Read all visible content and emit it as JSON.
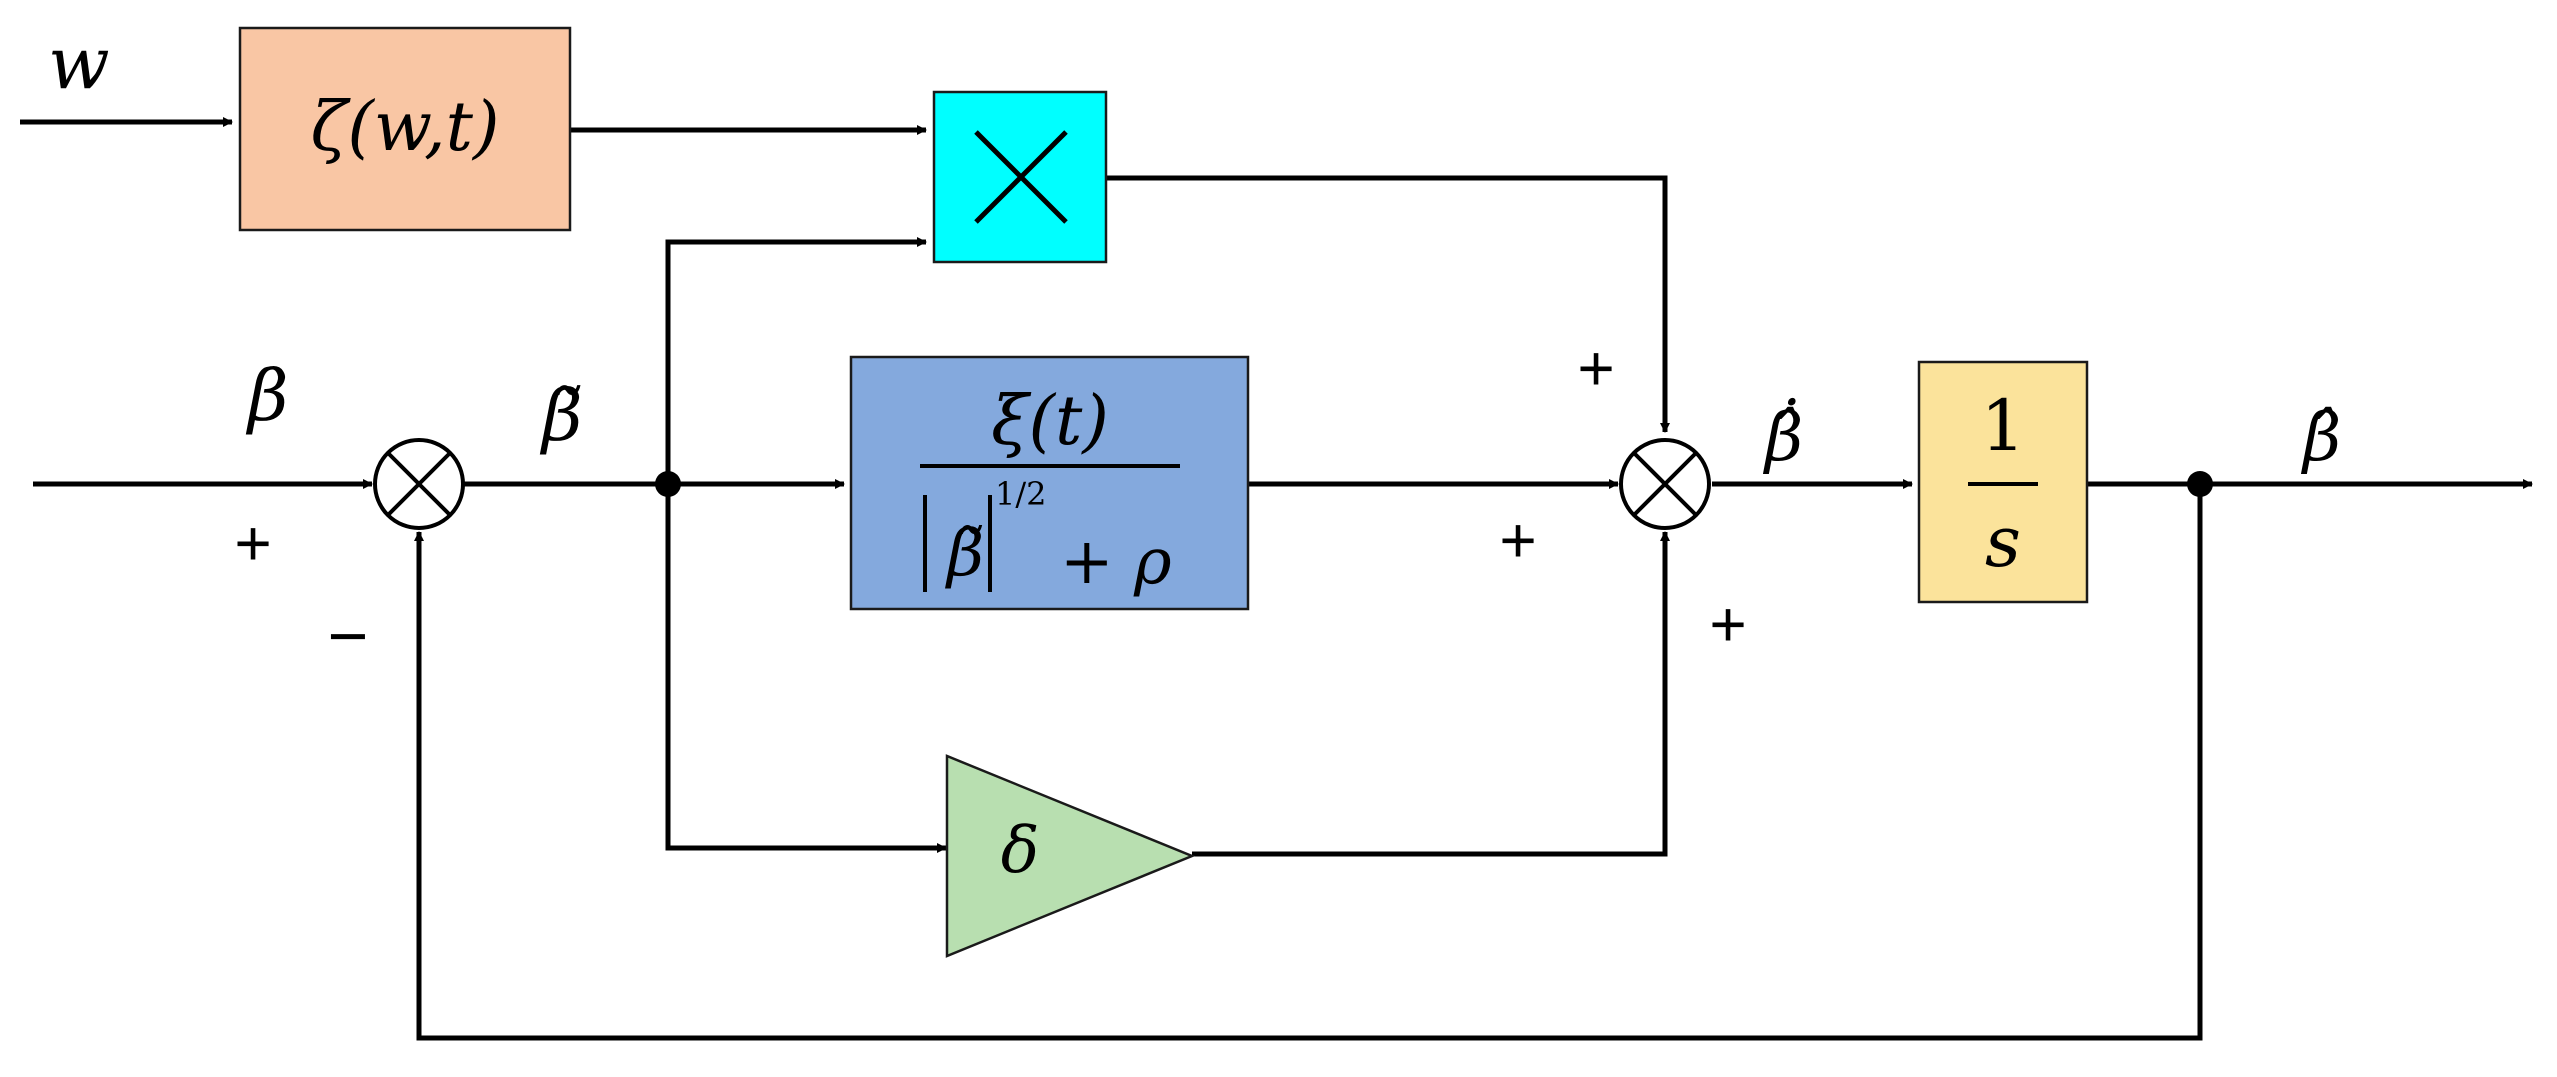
{
  "labels": {
    "input_w": "w",
    "input_beta": "β",
    "error_signal": "β̃",
    "estimate_derivative": "β̂̇",
    "output": "β̂"
  },
  "blocks": {
    "zeta": {
      "text": "ζ(w,t)",
      "color": "#f9c6a4"
    },
    "multiplier": {
      "text": "×",
      "color": "#00ffff"
    },
    "gain": {
      "numerator": "ξ(t)",
      "denominator_beta": "β̃",
      "exponent": "1/2",
      "denominator_rest": "+ ρ",
      "color": "#84a9dd"
    },
    "delta": {
      "text": "δ",
      "color": "#b8dfb0"
    },
    "integrator": {
      "numerator": "1",
      "denominator": "s",
      "color": "#fbe39b"
    }
  },
  "signs": {
    "sum1_plus": "+",
    "sum1_minus": "−",
    "sum2_top": "+",
    "sum2_left": "+",
    "sum2_bottom": "+"
  }
}
